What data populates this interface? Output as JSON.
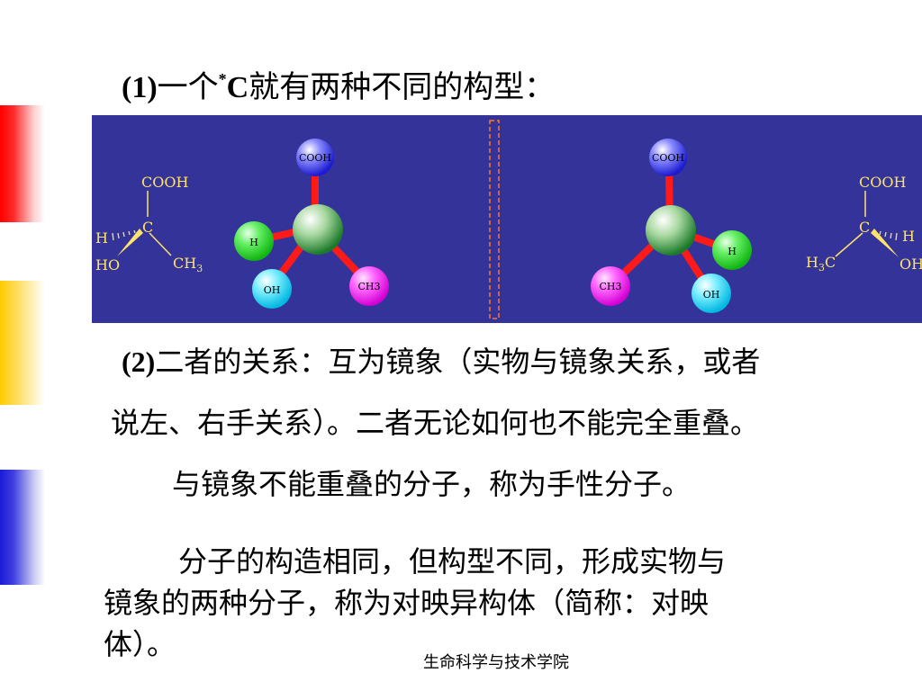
{
  "heading1": {
    "num": "(1)",
    "text_before": "一个",
    "sup": "*",
    "carbon": "C",
    "text_after": "就有两种不同的构型："
  },
  "panel": {
    "left": {
      "fischer": {
        "top": "COOH",
        "center": "C",
        "h": "H",
        "ho": "HO",
        "ch3": "CH",
        "ch3_sub": "3"
      },
      "balls": {
        "top": "COOH",
        "left": "H",
        "bottom_left": "OH",
        "bottom_right": "CH3"
      }
    },
    "right": {
      "fischer": {
        "top": "COOH",
        "center": "C",
        "h": "H",
        "oh": "OH",
        "h3c_h": "H",
        "h3c_sub": "3",
        "h3c_c": "C"
      },
      "balls": {
        "top": "COOH",
        "right": "H",
        "bottom_left": "CH3",
        "bottom_right": "OH"
      }
    },
    "colors": {
      "background": "#33339a",
      "bond": "#ff1a1a",
      "mirror": "#ff7a1a"
    }
  },
  "para2": {
    "num": "(2)",
    "line1": "二者的关系：互为镜象（实物与镜象关系，或者",
    "line2": "说左、右手关系）。二者无论如何也不能完全重叠。",
    "line3": "与镜象不能重叠的分子，称为手性分子。"
  },
  "para3": {
    "line1": "分子的构造相同，但构型不同，形成实物与",
    "line2": "镜象的两种分子，称为对映异构体（简称：对映",
    "line3": "体）。"
  },
  "footer": "生命科学与技术学院"
}
